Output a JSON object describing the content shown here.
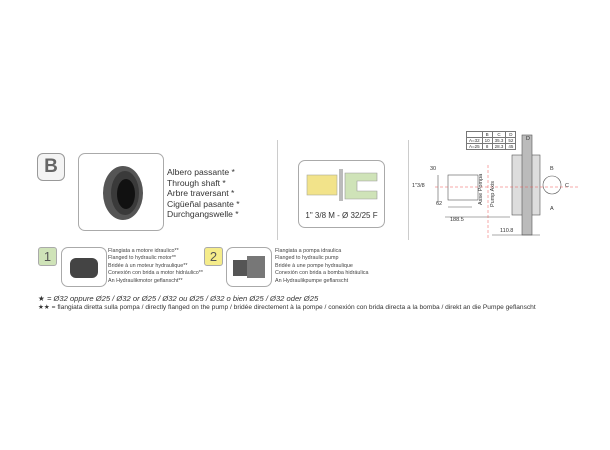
{
  "section": {
    "letter": "B"
  },
  "shaft_labels": [
    "Albero passante *",
    "Through shaft *",
    "Arbre traversant *",
    "Cigüeñal pasante *",
    "Durchgangswelle *"
  ],
  "shaft_spec": "1\" 3/8 M - Ø 32/25 F",
  "options": [
    {
      "number": "1",
      "color": "#cfe3b8",
      "lines": [
        "Flangiata a motore idraulico**",
        "Flanged to hydraulic motor**",
        "Bridée à un moteur hydraulique**",
        "Conexión con brida a motor hidráulico**",
        "An Hydraulikmotor geflanscht**"
      ]
    },
    {
      "number": "2",
      "color": "#f5ec8a",
      "lines": [
        "Flangiata a pompa idraulica",
        "Flanged to hydraulic pump",
        "Bridée à une pompe hydraulique",
        "Conexión con brida a bomba hidráulica",
        "An Hydraulikpumpe geflanscht"
      ]
    }
  ],
  "notes": [
    {
      "mark": "★",
      "text": "= Ø32 oppure Ø25 / Ø32 or Ø25 / Ø32 ou Ø25 / Ø32 o bien Ø25 / Ø32 oder Ø25"
    },
    {
      "mark": "★★",
      "text": "= flangiata diretta sulla pompa / directly flanged on the pump / bridée directement à la pompe / conexión con brida directa a la bomba / direkt an die Pumpe geflanscht"
    }
  ],
  "drawing": {
    "dims": {
      "d30": "30",
      "d62": "62",
      "d1385": "188.5",
      "d1108": "110.8",
      "d138": "1\"3/8",
      "B": "B",
      "C": "C",
      "A": "A",
      "D": "D"
    },
    "axis_it": "Asse Pompa",
    "axis_en": "Pump Axis",
    "table": {
      "headers": [
        "",
        "B",
        "C",
        "D"
      ],
      "rows": [
        [
          "A=32",
          "10",
          "35.3",
          "52"
        ],
        [
          "A=25",
          "8",
          "28.3",
          "45"
        ]
      ]
    }
  }
}
